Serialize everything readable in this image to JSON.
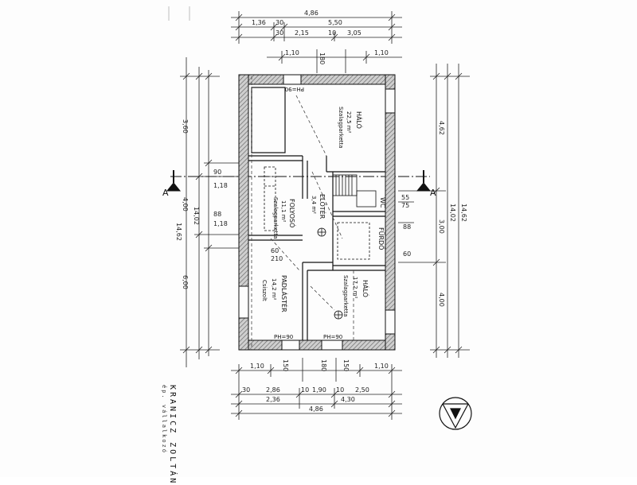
{
  "dimensions": {
    "top_total": "4,86",
    "top_row2": [
      "1,36",
      "30",
      "5,50"
    ],
    "top_row3": [
      "30",
      "2,15",
      "10",
      "3,05"
    ],
    "top_row4": [
      "1,10",
      "180",
      "1,10"
    ],
    "bottom_row1": [
      "1,10",
      "150",
      "180",
      "150",
      "1,10"
    ],
    "bottom_row2": [
      "30",
      "2,86",
      "10",
      "1,90",
      "10",
      "2,50"
    ],
    "bottom_row3": [
      "2,36",
      "4,30"
    ],
    "bottom_total": "4,86",
    "left_segments": [
      "3,60",
      "4,00",
      "6,00"
    ],
    "left_totals": [
      "14,02",
      "14,62"
    ],
    "left_openings": [
      "90",
      "1,18",
      "88",
      "1,18",
      "60",
      "210"
    ],
    "right_segments": [
      "4,62",
      "3,00",
      "4,00"
    ],
    "right_totals": [
      "14,02",
      "14,62"
    ],
    "right_openings": [
      "55",
      "75",
      "88",
      "60"
    ]
  },
  "rooms": {
    "bedroom_top": {
      "name": "HÁLÓ",
      "area": "22,5 m²",
      "floor": "Szalagparketta"
    },
    "corridor": {
      "name": "FOLYOSÓ",
      "area": "11,1 m²",
      "floor": "Szalagparketta"
    },
    "hall": {
      "name": "ELŐTÉR",
      "area": "3,4 m²"
    },
    "wc": {
      "name": "WC"
    },
    "bath": {
      "name": "FÜRDŐ"
    },
    "storage": {
      "name": "PADLÁSTÉR",
      "area": "14,2 m²",
      "floor": "Csiszolt"
    },
    "bedroom_bottom": {
      "name": "HÁLÓ",
      "area": "17,2 m²",
      "floor": "Szalagparketta"
    }
  },
  "levels": {
    "top": "PH=90",
    "bottom_left": "PH=90",
    "bottom_right": "PH=90"
  },
  "section_marks": {
    "left": "A",
    "right": "A"
  },
  "author": {
    "name": "KRANICZ ZOLTÁN",
    "role": "ép. vállalkozó"
  }
}
